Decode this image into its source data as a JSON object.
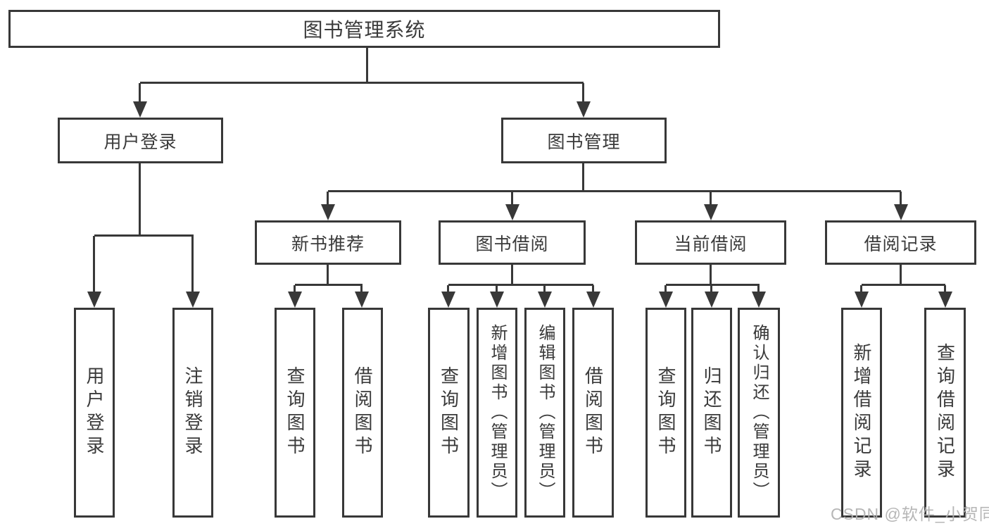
{
  "diagram": {
    "title": "图书管理系统",
    "level2": [
      {
        "label": "用户登录"
      },
      {
        "label": "图书管理"
      }
    ],
    "level3": [
      {
        "label": "新书推荐"
      },
      {
        "label": "图书借阅"
      },
      {
        "label": "当前借阅"
      },
      {
        "label": "借阅记录"
      }
    ],
    "leaves": [
      {
        "label": "用户登录"
      },
      {
        "label": "注销登录"
      },
      {
        "label": "查询图书"
      },
      {
        "label": "借阅图书"
      },
      {
        "label": "查询图书"
      },
      {
        "label": "新增图书（管理员）"
      },
      {
        "label": "编辑图书（管理员）"
      },
      {
        "label": "借阅图书"
      },
      {
        "label": "查询图书"
      },
      {
        "label": "归还图书"
      },
      {
        "label": "确认归还（管理员）"
      },
      {
        "label": "新增借阅记录"
      },
      {
        "label": "查询借阅记录"
      }
    ],
    "watermark": "CSDN @软件_小贺同学",
    "colors": {
      "line": "#383838",
      "text": "#3a3a3a",
      "watermark": "#b0b0b0",
      "background": "#ffffff"
    }
  }
}
